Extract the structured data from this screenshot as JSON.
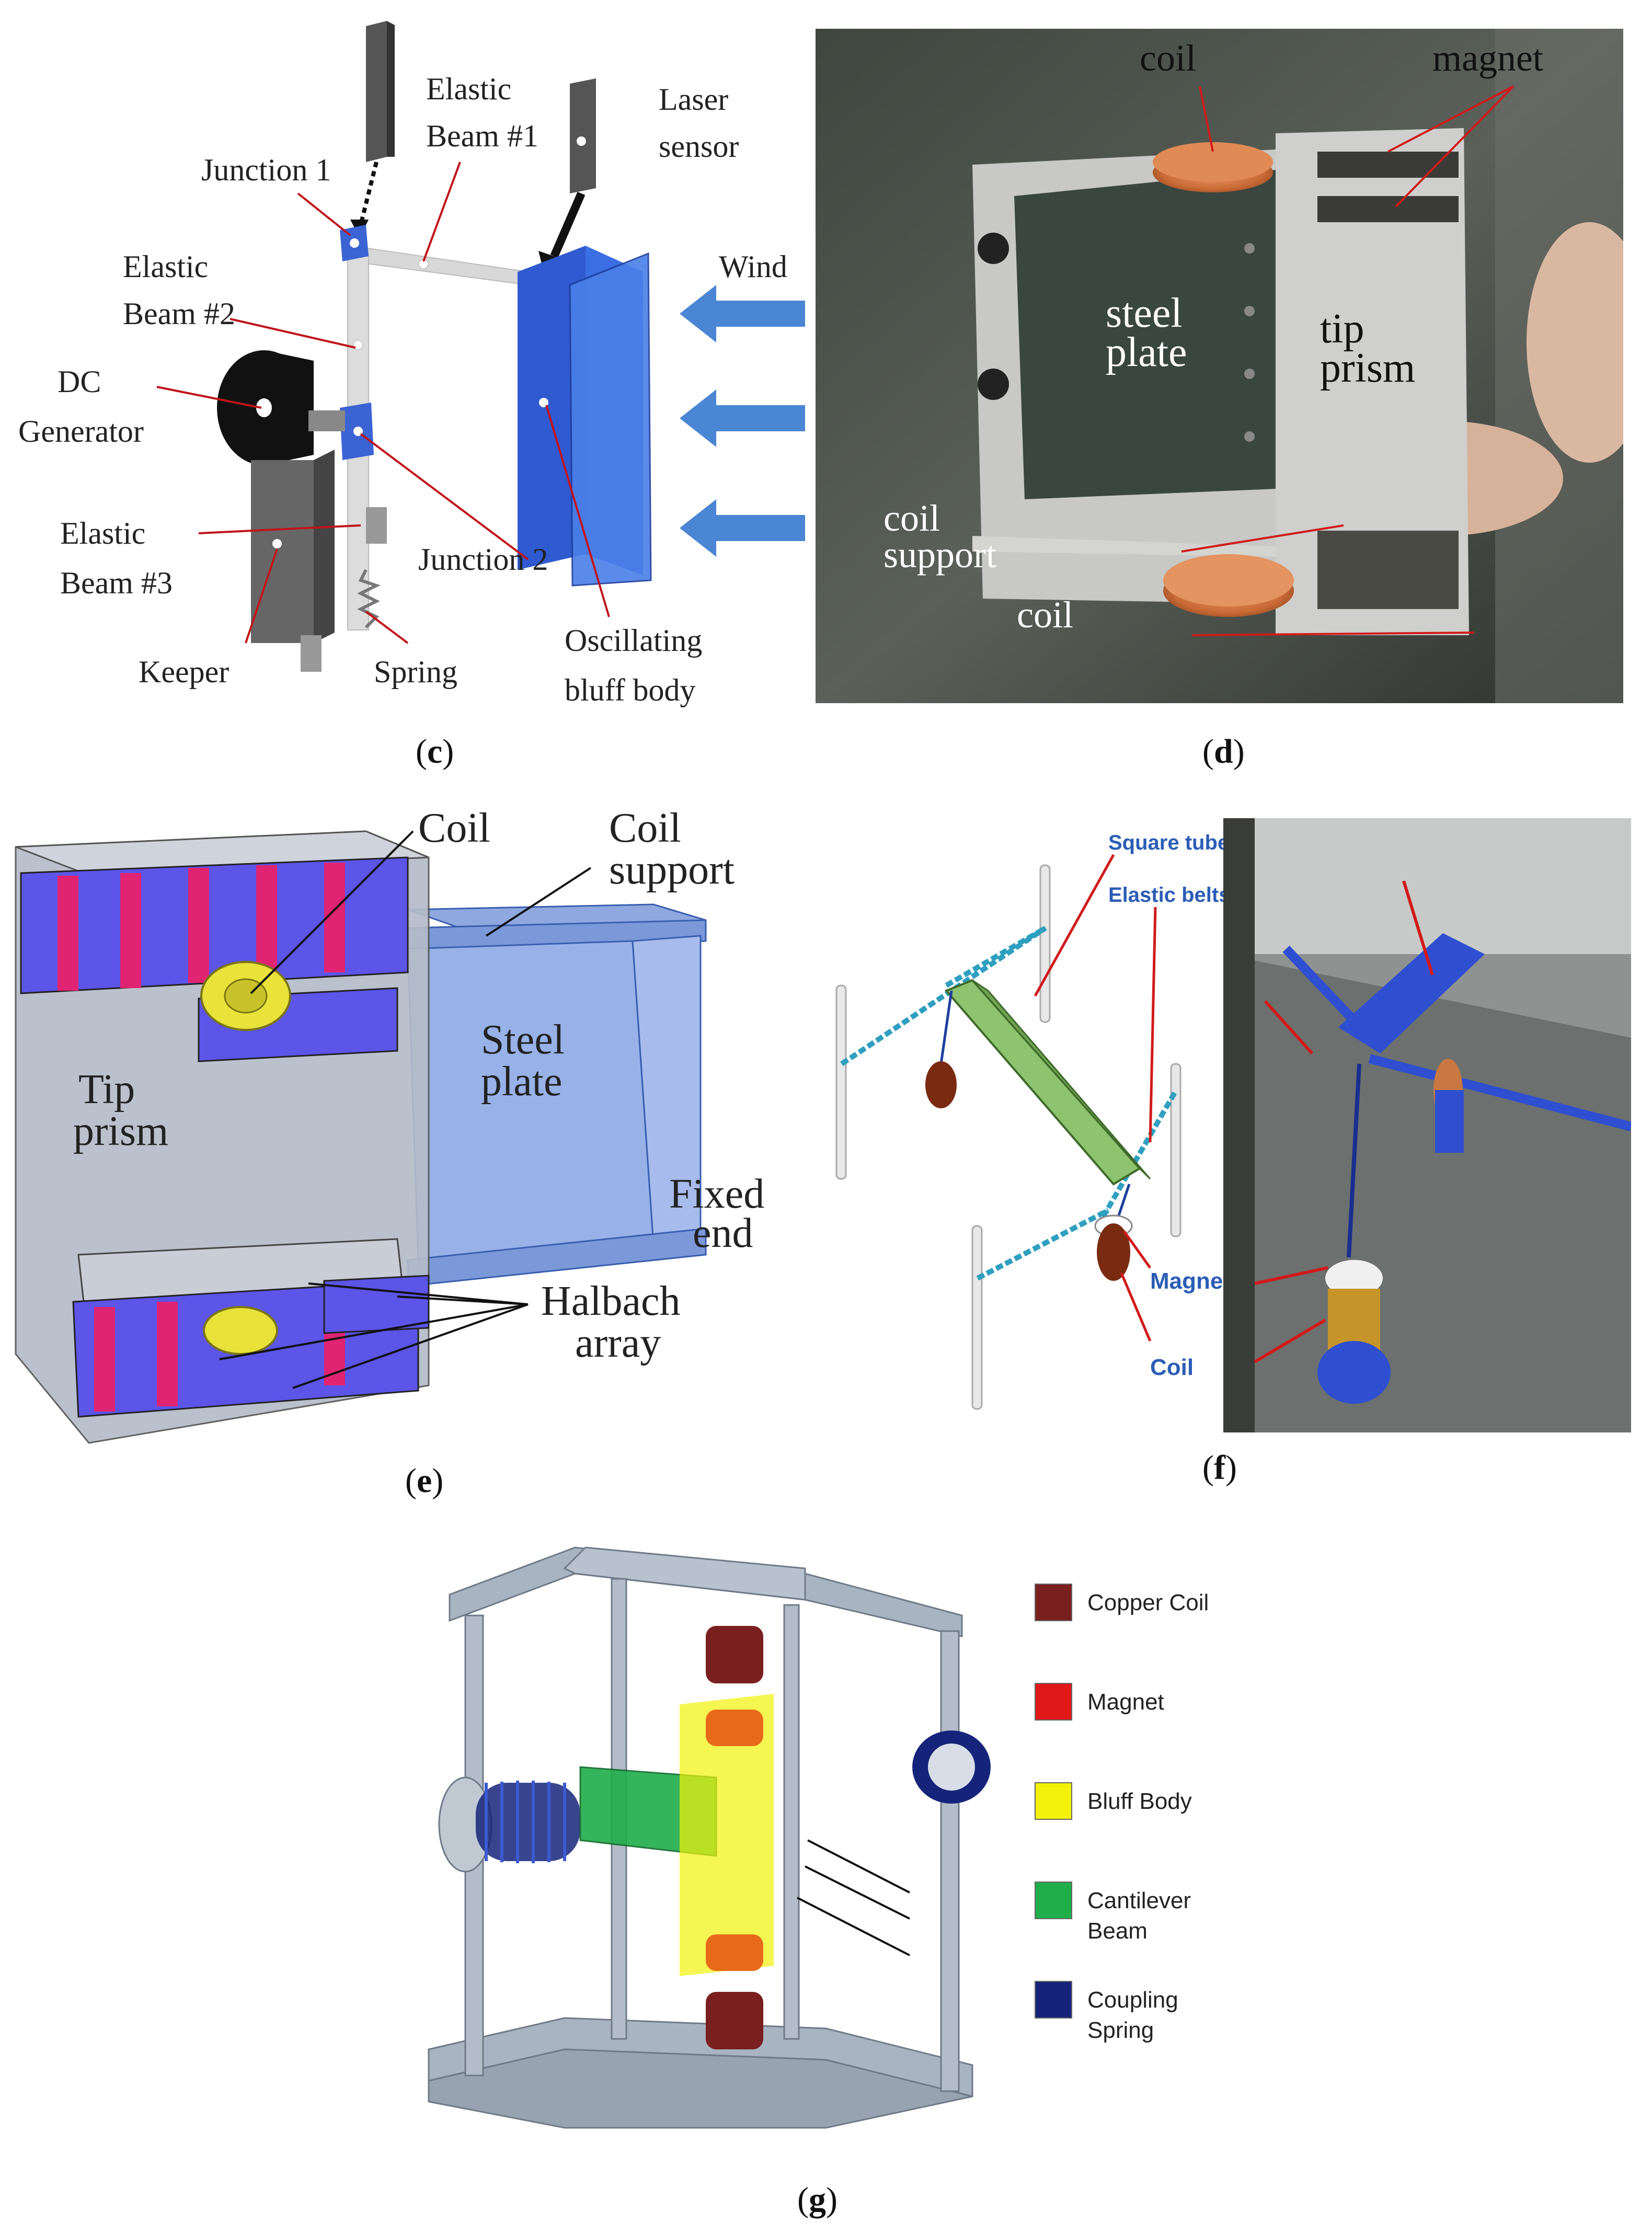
{
  "panel_c": {
    "labels": {
      "elastic_beam_1": [
        "Elastic",
        "Beam #1"
      ],
      "laser_sensor": [
        "Laser",
        "sensor"
      ],
      "junction_1": "Junction 1",
      "elastic_beam_2": [
        "Elastic",
        "Beam #2"
      ],
      "wind": "Wind",
      "dc_generator": [
        "DC",
        "Generator"
      ],
      "elastic_beam_3": [
        "Elastic",
        "Beam #3"
      ],
      "junction_2": "Junction 2",
      "keeper": "Keeper",
      "spring": "Spring",
      "oscillating_bluff_body": [
        "Oscillating",
        "bluff body"
      ]
    },
    "caption_open": "(",
    "caption_letter": "c",
    "caption_close": ")"
  },
  "panel_d": {
    "labels": {
      "coil_top": "coil",
      "magnet": "magnet",
      "steel_plate": [
        "steel",
        "plate"
      ],
      "tip_prism": [
        "tip",
        "prism"
      ],
      "coil_support": [
        "coil",
        "support"
      ],
      "coil_bottom": "coil"
    },
    "caption_open": "(",
    "caption_letter": "d",
    "caption_close": ")"
  },
  "panel_e": {
    "labels": {
      "coil": "Coil",
      "coil_support": [
        "Coil",
        "support"
      ],
      "steel_plate": [
        "Steel",
        "plate"
      ],
      "tip_prism": [
        "Tip",
        "prism"
      ],
      "fixed_end": [
        "Fixed",
        "end"
      ],
      "halbach_array": [
        "Halbach",
        "array"
      ]
    },
    "caption_open": "(",
    "caption_letter": "e",
    "caption_close": ")"
  },
  "panel_f": {
    "labels": {
      "square_tube": "Square tube",
      "elastic_belts": "Elastic belts",
      "magnets": "Magnets",
      "coil": "Coil"
    },
    "caption_open": "(",
    "caption_letter": "f",
    "caption_close": ")"
  },
  "panel_g": {
    "legend": [
      {
        "label": [
          "Copper Coil"
        ],
        "color": "#7a1f1f"
      },
      {
        "label": [
          "Magnet"
        ],
        "color": "#e01818"
      },
      {
        "label": [
          "Bluff Body"
        ],
        "color": "#f2f20a"
      },
      {
        "label": [
          "Cantilever",
          "Beam"
        ],
        "color": "#1fae4a"
      },
      {
        "label": [
          "Coupling",
          "Spring"
        ],
        "color": "#15247a"
      }
    ],
    "caption_open": "(",
    "caption_letter": "g",
    "caption_close": ")"
  },
  "colors": {
    "blue_part": "#3b63d3",
    "arrow_blue": "#4a86d4",
    "leader_red": "#c0141a",
    "halbach_blue": "#5c55e8",
    "halbach_pink": "#e02472",
    "frame_grey": "#a9b4c2",
    "photo_dark": "#4a4f4a"
  }
}
